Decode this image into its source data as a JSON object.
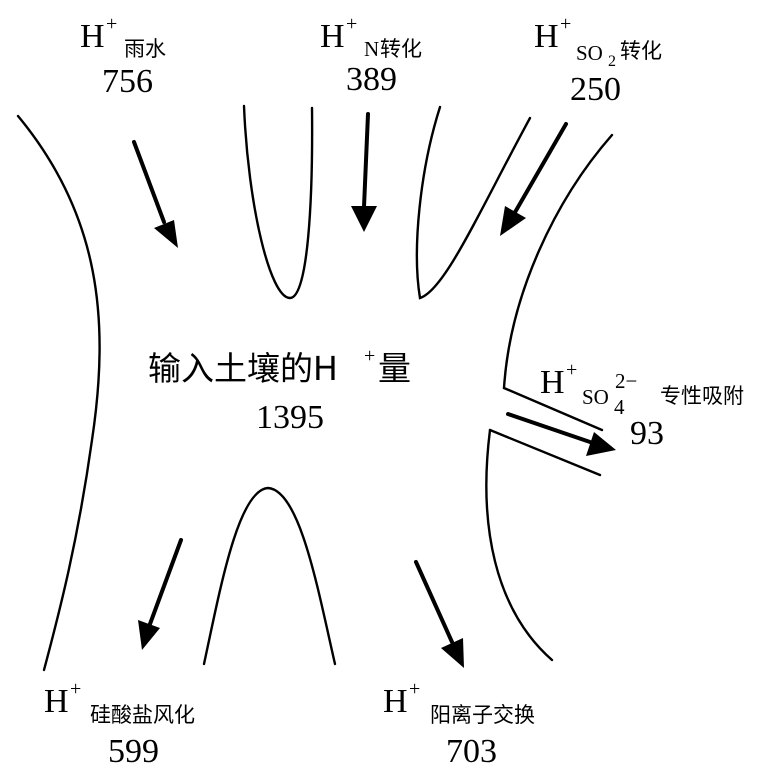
{
  "sources": {
    "rain": {
      "ion": "H",
      "charge": "+",
      "label": "雨水",
      "value": "756"
    },
    "n_conversion": {
      "ion": "H",
      "charge": "+",
      "label_prefix": "N",
      "label": "转化",
      "value": "389"
    },
    "so2_conversion": {
      "ion": "H",
      "charge": "+",
      "formula_main": "SO",
      "formula_sub": "2",
      "label": "转化",
      "value": "250"
    }
  },
  "center": {
    "label": "输入土壤的H",
    "charge": "+",
    "label_suffix": "量",
    "value": "1395"
  },
  "sinks": {
    "sulfate_adsorption": {
      "ion": "H",
      "charge": "+",
      "formula_main": "SO",
      "formula_sub": "4",
      "formula_sup": "2−",
      "label": "专性吸附",
      "value": "93"
    },
    "silicate_weathering": {
      "ion": "H",
      "charge": "+",
      "label": "硅酸盐风化",
      "value": "599"
    },
    "cation_exchange": {
      "ion": "H",
      "charge": "+",
      "label": "阳离子交换",
      "value": "703"
    }
  },
  "colors": {
    "ink": "#000000",
    "background": "#ffffff"
  }
}
